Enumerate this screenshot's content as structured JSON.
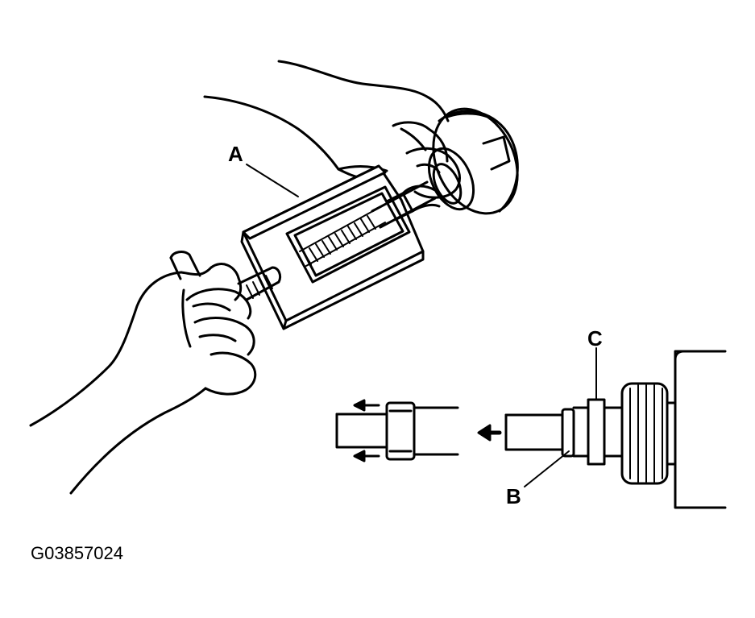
{
  "labels": {
    "a": "A",
    "b": "B",
    "c": "C"
  },
  "figure_id": "G03857024",
  "colors": {
    "line": "#000000",
    "background": "#ffffff"
  }
}
